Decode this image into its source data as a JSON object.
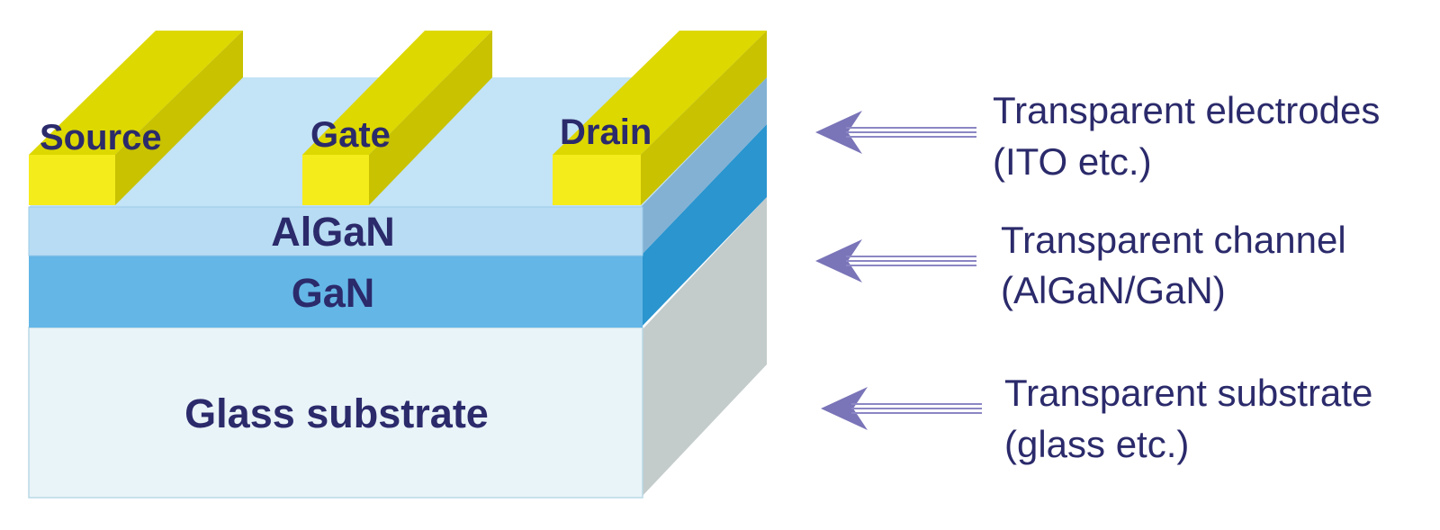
{
  "layers": {
    "algan": "AlGaN",
    "gan": "GaN",
    "substrate": "Glass substrate"
  },
  "electrodes": {
    "source": "Source",
    "gate": "Gate",
    "drain": "Drain"
  },
  "annotations": {
    "electrodes": {
      "line1": "Transparent electrodes",
      "line2": "(ITO etc.)"
    },
    "channel": {
      "line1": "Transparent channel",
      "line2": "(AlGaN/GaN)"
    },
    "substrate": {
      "line1": "Transparent substrate",
      "line2": "(glass etc.)"
    }
  },
  "colors": {
    "text": "#2b2a6b",
    "arrow": "#7a74b8",
    "electrode_top": "#ddd800",
    "electrode_front": "#f5ec1c",
    "electrode_side": "#c8c200",
    "algan_front": "#b8dcf3",
    "algan_top": "#c3e3f6",
    "algan_side": "#82b1d4",
    "gan_front": "#64b6e6",
    "gan_side": "#2a95cf",
    "substrate_front": "#e9f4f8",
    "substrate_side": "#c3cbcb"
  }
}
